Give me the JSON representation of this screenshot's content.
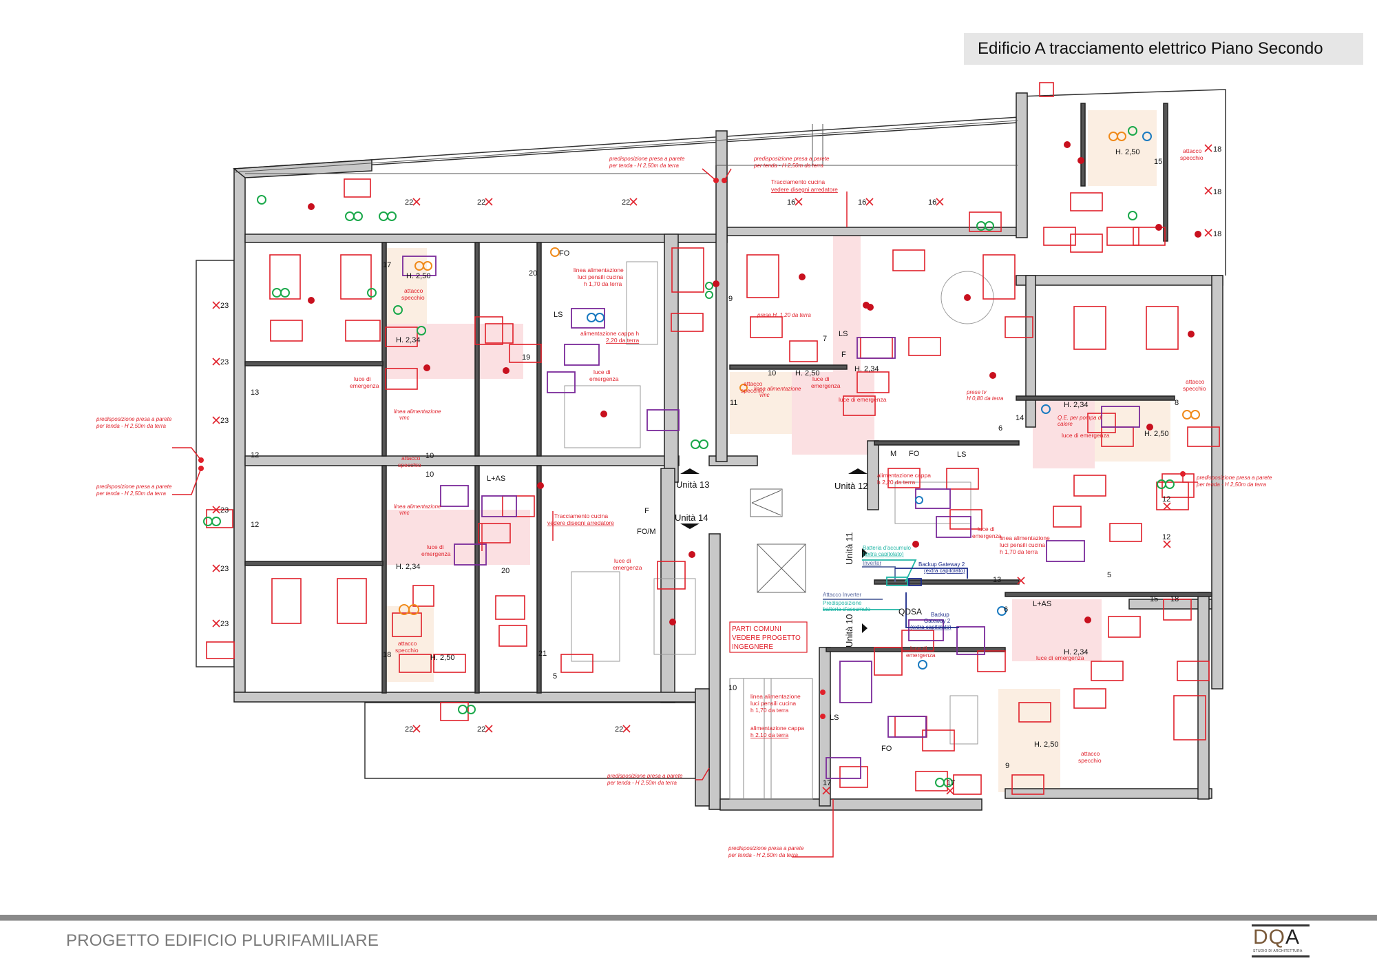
{
  "header": {
    "title": "Edificio A tracciamento elettrico Piano Secondo"
  },
  "footer": {
    "project": "PROGETTO EDIFICIO PLURIFAMILIARE",
    "logo": {
      "letters": [
        "D",
        "Q",
        "A"
      ],
      "subtitle": "STUDIO DI ARCHITETTURA"
    }
  },
  "colors": {
    "wall": "#c8c8c8",
    "wall_stroke": "#222222",
    "electric_red": "#e0202a",
    "purple": "#7a2a9a",
    "green": "#1aa84a",
    "orange": "#f08a1a",
    "blue": "#1a7ac0",
    "teal": "#1fb5a5",
    "navy": "#1b2a8a",
    "bath_fill": "#fbeee2",
    "pink_fill": "#fbe0e2"
  },
  "units": {
    "u13": "Unità 13",
    "u12": "Unità 12",
    "u14": "Unità 14",
    "u11": "Unità 11",
    "u10": "Unità 10"
  },
  "common_areas": {
    "line1": "PARTI COMUNI",
    "line2": "VEDERE PROGETTO",
    "line3": "INGEGNERE"
  },
  "annotations": {
    "curtain_1": "predisposizione presa a parete",
    "curtain_2": "per tenda - H 2,50m da terra",
    "kitchen_trace_1": "Tracciamento cucina",
    "kitchen_trace_2": "vedere disegni arredatore",
    "cabinet_lights_1": "linea alimentazione",
    "cabinet_lights_2": "luci pensili cucina",
    "cabinet_lights_3": "h 1,70 da terra",
    "hood_220_1": "alimentazione cappa h",
    "hood_220_2": "2,20 da terra",
    "hood_220b_1": "alimentazione cappa",
    "hood_220b_2": "h 2,20 da terra",
    "hood_210_1": "alimentazione cappa",
    "hood_210_2": "h 2.10 da terra",
    "emergency_light_1": "luce di",
    "emergency_light_2": "emergenza",
    "emergency_light": "luce di emergenza",
    "mirror_1": "attacco",
    "mirror_2": "specchio",
    "vmc_1": "linea alimentazione",
    "vmc_2": "vmc",
    "sockets_120": "prese H. 1,20 da terra",
    "tv_sockets_1": "prese tv",
    "tv_sockets_2": "H 0,80 da terra",
    "heat_pump_1": "Q.E. per pompa di",
    "heat_pump_2": "calore",
    "battery_1": "Batteria d'accumulo",
    "battery_2": "(extra capitolato)",
    "inverter": "Inverter",
    "backup_gw_1": "Backup Gateway 2",
    "backup_gw_2": "(extra capitolato)",
    "backup_gw_b1": "Backup",
    "backup_gw_b2": "Gateway 2",
    "inverter_attach": "Attacco Inverter",
    "battery_prep_1": "Predisposizione",
    "battery_prep_2": "batteria d'accumulo",
    "qdsa": "QDSA",
    "ls": "LS",
    "f": "F",
    "fo": "FO",
    "fom": "FO/M",
    "m": "M",
    "las": "L+AS",
    "h250": "H. 2,50",
    "h234": "H. 2,34"
  },
  "circuit_numbers": {
    "n22": "22",
    "n16": "16",
    "n18": "18",
    "n23": "23",
    "n12": "12",
    "n17": "17",
    "n13": "13",
    "n15": "15",
    "n10": "10",
    "n7": "7",
    "n11": "11",
    "n9": "9",
    "n6": "6",
    "n8": "8",
    "n5": "5",
    "n14": "14",
    "n20": "20",
    "n19": "19",
    "n21": "21"
  }
}
